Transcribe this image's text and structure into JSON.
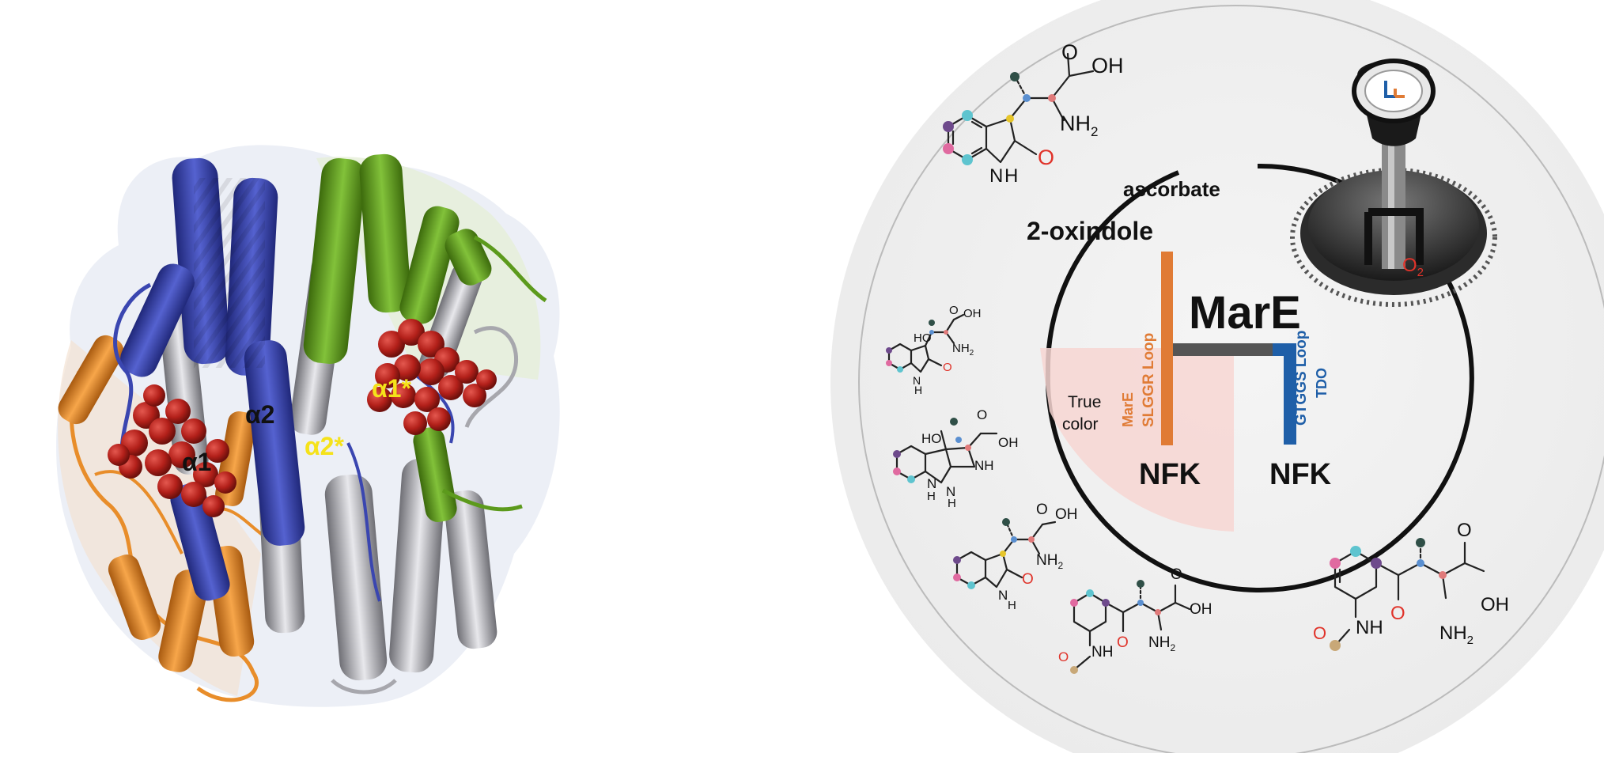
{
  "figure": {
    "protein_labels": {
      "a1": "α1",
      "a2": "α2",
      "a1_star": "α1*",
      "a2_star": "α2*"
    },
    "center": {
      "ascorbate": "ascorbate",
      "oxindole": "2-oxindole",
      "title": "MarE",
      "left_branch_enzyme": "MarE",
      "left_branch_loop": "SLGGR Loop",
      "right_branch_enzyme": "TDO",
      "right_branch_loop": "GTGGS Loop",
      "true_color_line1": "True",
      "true_color_line2": "color",
      "nfk_left": "NFK",
      "nfk_right": "NFK",
      "o2": "O",
      "o2_sub": "2"
    },
    "molecule_labels": {
      "oh": "OH",
      "nh2": "NH",
      "h2": "2",
      "nh": "NH",
      "n": "N",
      "h": "H",
      "o": "O",
      "ho": "HO"
    },
    "colors": {
      "helix_blue": "#3a46b0",
      "helix_green": "#5c9a1c",
      "helix_orange": "#e88d2a",
      "helix_gray": "#b9b9bf",
      "heme_red": "#b3201a",
      "orange_loop": "#e07b35",
      "blue_loop": "#1f5fa8",
      "label_yellow": "#f5e21a",
      "pink_box": "#f7d6d2",
      "disk": "#eeeeee"
    }
  }
}
